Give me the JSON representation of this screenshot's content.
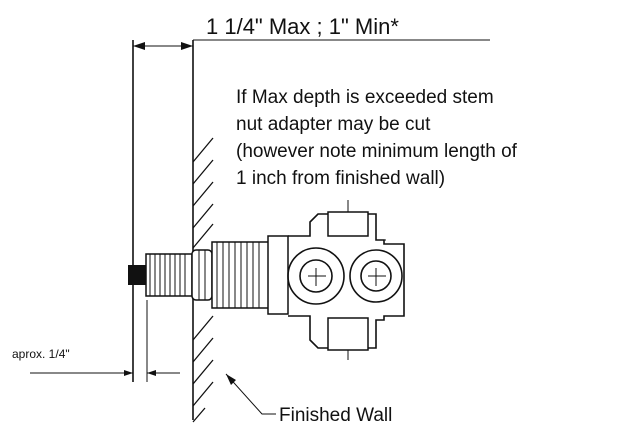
{
  "dimension_label": "1 1/4\" Max ; 1\" Min*",
  "note_lines": [
    "If Max depth is exceeded stem",
    "nut adapter may be cut",
    "(however note minimum length of",
    "1 inch from finished wall)"
  ],
  "small_dimension_label": "aprox. 1/4\"",
  "wall_label": "Finished Wall"
}
